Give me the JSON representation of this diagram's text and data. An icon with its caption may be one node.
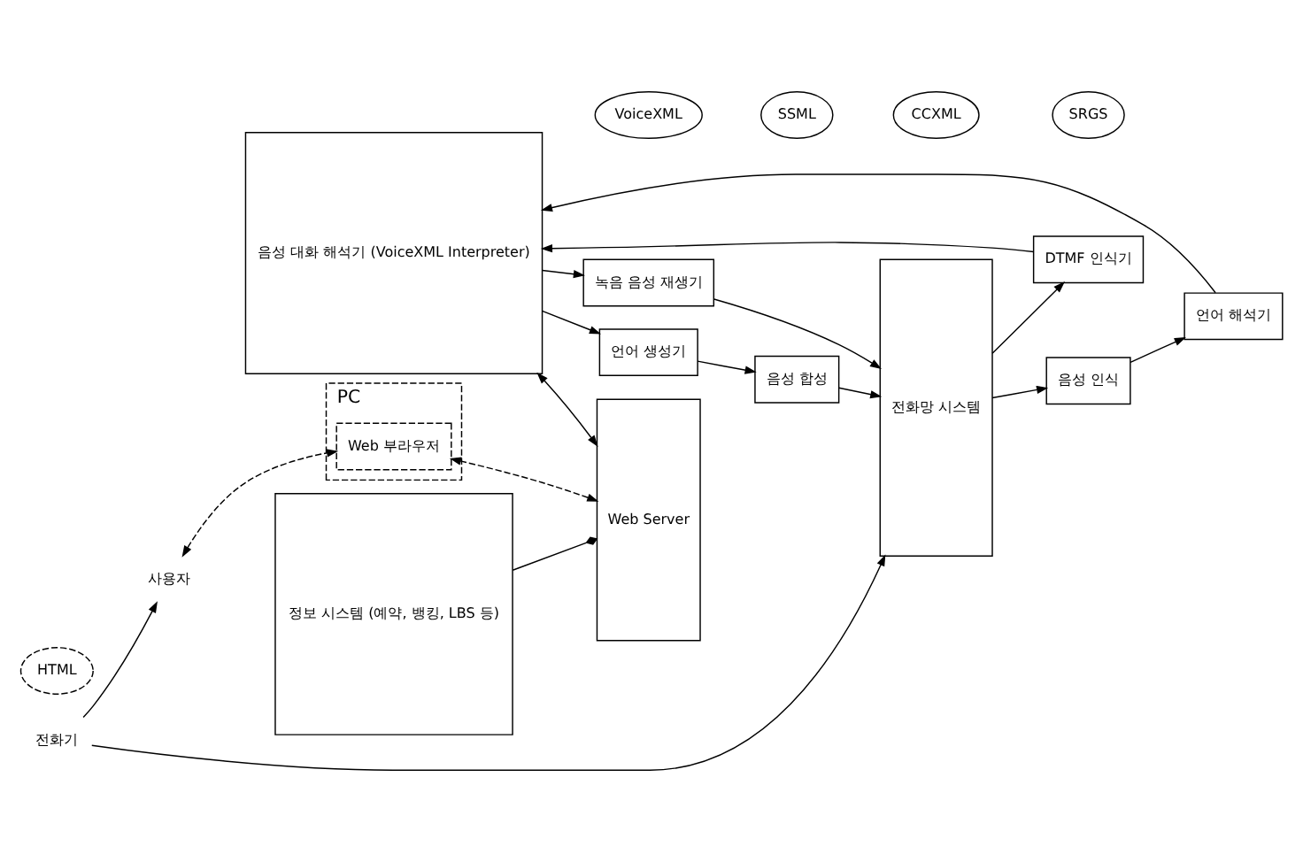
{
  "diagram": {
    "nodes": [
      {
        "text": [
          "PC"
        ]
      },
      {
        "text": [
          "Web 부라우저"
        ],
        "in": 0
      },
      {
        "text": [
          "HTML"
        ]
      },
      {
        "text": [
          "CCXML"
        ]
      },
      {
        "text": [
          "SRGS"
        ]
      },
      {
        "text": [
          "사용자"
        ]
      },
      {
        "text": [
          "전화망 시스템"
        ]
      },
      {
        "text": [
          "음성 인식"
        ]
      },
      {
        "text": [
          "언어 해석기"
        ]
      },
      {
        "text": [
          "DTMF 인식기"
        ]
      },
      {
        "text": [
          "음성 대화 해석기 (VoiceXML Interpreter)"
        ]
      },
      {
        "text": [
          "Web Server"
        ]
      },
      {
        "text": [
          "정보 시스템 (예약, 뱅킹, LBS 등)"
        ]
      },
      {
        "text": [
          "전화기"
        ]
      },
      {
        "text": [
          "녹음 음성 재생기"
        ]
      },
      {
        "text": [
          "음성 합성"
        ]
      },
      {
        "text": [
          "언어 생성기"
        ]
      },
      {
        "text": [
          "SSML"
        ]
      },
      {
        "text": [
          "VoiceXML"
        ]
      }
    ],
    "edges": [
      {
        "from": 5,
        "to": 1,
        "arrow": "both",
        "style": "dashed"
      },
      {
        "from": 1,
        "to": 11,
        "arrow": "both",
        "style": "dashed"
      },
      {
        "from": 13,
        "to": 5,
        "arrow": "to"
      },
      {
        "from": 13,
        "to": 6,
        "arrow": "to"
      },
      {
        "from": 6,
        "to": 7,
        "arrow": "to"
      },
      {
        "from": 7,
        "to": 8,
        "arrow": "to"
      },
      {
        "from": 6,
        "to": 9,
        "arrow": "to"
      },
      {
        "from": 8,
        "to": 10,
        "arrow": "to"
      },
      {
        "from": 9,
        "to": 10,
        "arrow": "to"
      },
      {
        "from": 10,
        "to": 14,
        "arrow": "to"
      },
      {
        "from": 14,
        "to": 6,
        "arrow": "to"
      },
      {
        "from": 10,
        "to": 16,
        "arrow": "to"
      },
      {
        "from": 16,
        "to": 15,
        "arrow": "to"
      },
      {
        "from": 15,
        "to": 6,
        "arrow": "to"
      },
      {
        "from": 10,
        "to": 11,
        "arrow": "both"
      },
      {
        "from": 12,
        "to": 11,
        "arrow": "other"
      }
    ]
  }
}
